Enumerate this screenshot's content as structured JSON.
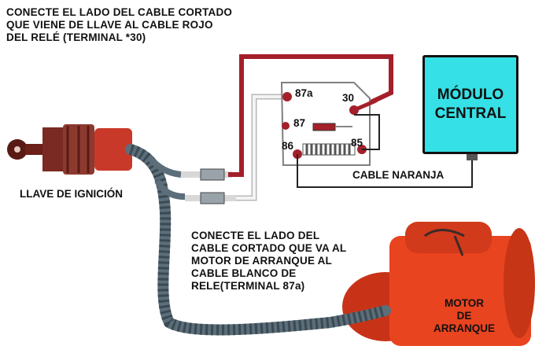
{
  "notes": {
    "top": "CONECTE EL LADO DEL CABLE CORTADO\nQUE VIENE DE LLAVE AL CABLE ROJO\nDEL RELÉ (TERMINAL *30)",
    "middle": "CONECTE EL LADO DEL\nCABLE CORTADO QUE VA AL\nMOTOR DE ARRANQUE AL\nCABLE BLANCO DE\nRELE(TERMINAL 87a)"
  },
  "labels": {
    "ignition": "LLAVE DE IGNICIÓN",
    "orange_cable": "CABLE NARANJA",
    "module": "MÓDULO\nCENTRAL",
    "motor": "MOTOR\nDE\nARRANQUE"
  },
  "relay_terminals": {
    "t87a": "87a",
    "t30": "30",
    "t87": "87",
    "t86": "86",
    "t85": "85"
  },
  "colors": {
    "red_wire": "#a3202a",
    "white_wire": "#e8e8e8",
    "module_fill": "#35e1e6",
    "motor_fill": "#e8441f",
    "cable_harness": "#5b6e7a"
  }
}
